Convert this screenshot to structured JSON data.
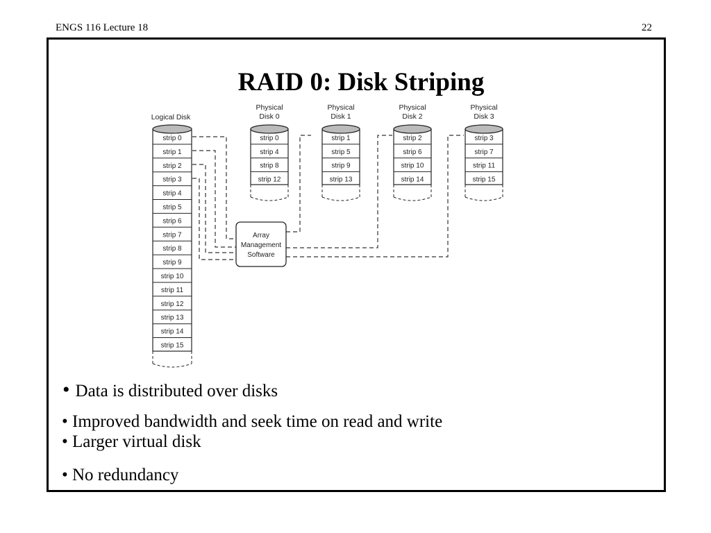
{
  "header": {
    "course": "ENGS 116  Lecture 18",
    "page_number": "22"
  },
  "slide": {
    "title": "RAID 0:  Disk Striping"
  },
  "diagram": {
    "logical_disk": {
      "label": "Logical Disk",
      "strips": [
        "strip 0",
        "strip 1",
        "strip 2",
        "strip 3",
        "strip 4",
        "strip 5",
        "strip 6",
        "strip 7",
        "strip 8",
        "strip 9",
        "strip 10",
        "strip 11",
        "strip 12",
        "strip 13",
        "strip 14",
        "strip 15"
      ]
    },
    "physical_disks": [
      {
        "label_line1": "Physical",
        "label_line2": "Disk 0",
        "strips": [
          "strip 0",
          "strip 4",
          "strip 8",
          "strip 12"
        ]
      },
      {
        "label_line1": "Physical",
        "label_line2": "Disk 1",
        "strips": [
          "strip 1",
          "strip 5",
          "strip 9",
          "strip 13"
        ]
      },
      {
        "label_line1": "Physical",
        "label_line2": "Disk 2",
        "strips": [
          "strip 2",
          "strip 6",
          "strip 10",
          "strip 14"
        ]
      },
      {
        "label_line1": "Physical",
        "label_line2": "Disk 3",
        "strips": [
          "strip 3",
          "strip 7",
          "strip 11",
          "strip 15"
        ]
      }
    ],
    "controller": {
      "line1": "Array",
      "line2": "Management",
      "line3": "Software"
    }
  },
  "bullets": {
    "b1": "Data is distributed over disks",
    "b2": "• Improved bandwidth and seek time on read and write",
    "b3": "• Larger virtual disk",
    "b4": "• No redundancy"
  }
}
